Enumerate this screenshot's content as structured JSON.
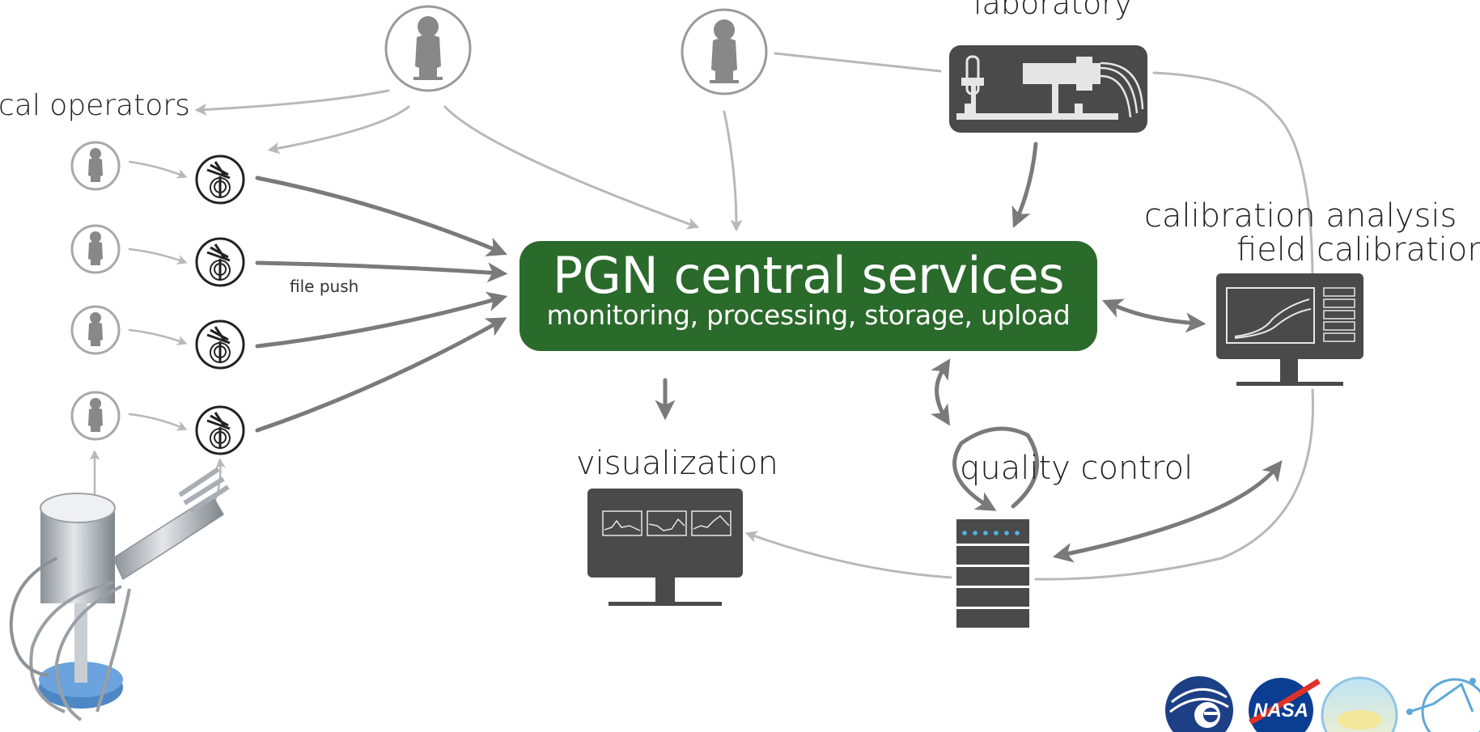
{
  "labels": {
    "local_operators": "cal operators",
    "laboratory": "laboratory",
    "calibration_analysis": "calibration analysis",
    "field_calibration": "field calibration",
    "visualization": "visualization",
    "quality_control": "quality control",
    "file_push": "file push"
  },
  "central": {
    "title": "PGN central services",
    "subtitle": "monitoring, processing, storage, upload"
  },
  "colors": {
    "central_fill": "#2a6a2b",
    "arrow_dark": "#7a7a7a",
    "arrow_light": "#b8b8b8",
    "icon_dark": "#4a4a4a",
    "icon_mid": "#888888",
    "server_led": "#4fb3e8"
  },
  "icons": [
    "person-icon",
    "instrument-icon",
    "laboratory-bench-icon",
    "monitor-icon",
    "server-icon",
    "pandora-spectrometer-image",
    "esa-logo",
    "nasa-logo",
    "partner-logo"
  ],
  "logos": {
    "nasa_text": "NASA"
  }
}
